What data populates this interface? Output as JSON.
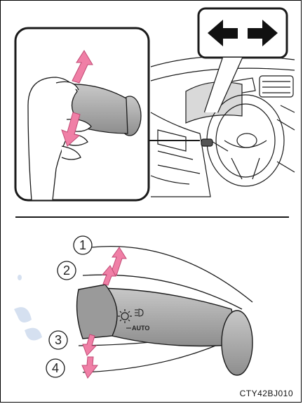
{
  "top_panel": {
    "callout_icon": "left-right-arrows-icon"
  },
  "bottom_panel": {
    "positions": [
      {
        "label": "1",
        "direction": "up"
      },
      {
        "label": "2",
        "direction": "up"
      },
      {
        "label": "3",
        "direction": "down"
      },
      {
        "label": "4",
        "direction": "down"
      }
    ],
    "switch_label": "AUTO"
  },
  "image_code": "CTY42BJ010",
  "colors": {
    "arrow_pink": "#f07fa6",
    "switch_gray": "#a9a9a9",
    "line_black": "#1a1a1a"
  }
}
